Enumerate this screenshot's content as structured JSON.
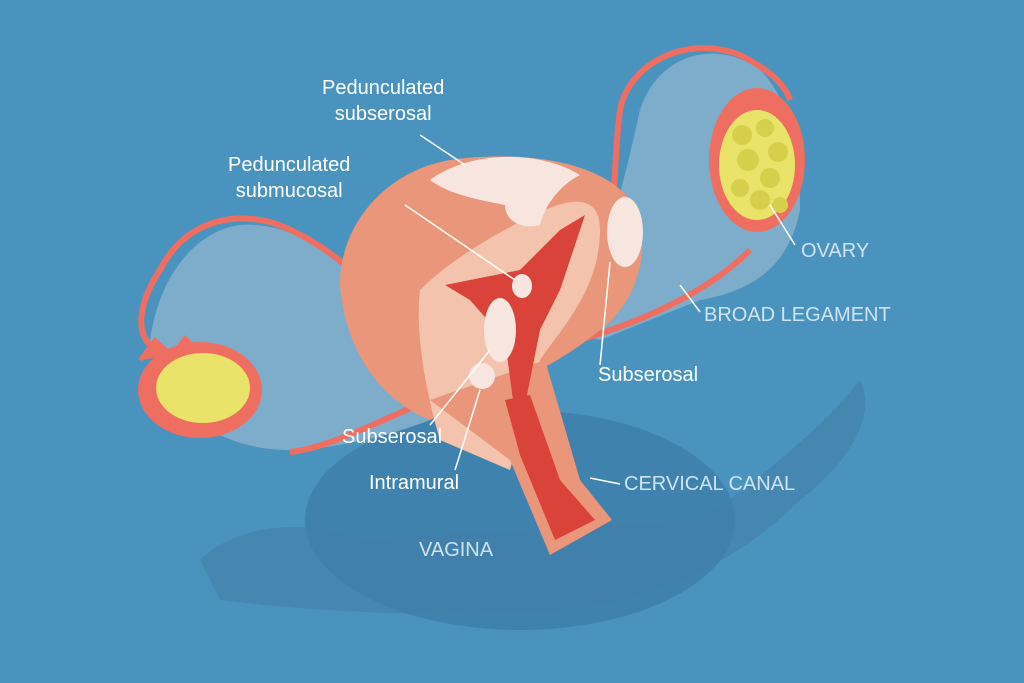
{
  "labels": {
    "pedunculated_subserosal": {
      "line1": "Pedunculated",
      "line2": "subserosal"
    },
    "pedunculated_submucosal": {
      "line1": "Pedunculated",
      "line2": "submucosal"
    },
    "ovary": "OVARY",
    "broad_ligament": "BROAD LEGAMENT",
    "subserosal_right": "Subserosal",
    "subserosal_left": "Subserosal",
    "intramural": "Intramural",
    "cervical_canal": "CERVICAL CANAL",
    "vagina": "VAGINA"
  },
  "colors": {
    "background": "#4b93bf",
    "shadow": "#3f82ad",
    "uterus_outer": "#e9967a",
    "uterus_section": "#f3c3ae",
    "cavity": "#d9433a",
    "tube": "#ee6f62",
    "ovary_fill": "#e9e36a",
    "fibroid": "#f7e6e0",
    "label_white": "#ffffff",
    "label_light": "#cfe3f2"
  }
}
